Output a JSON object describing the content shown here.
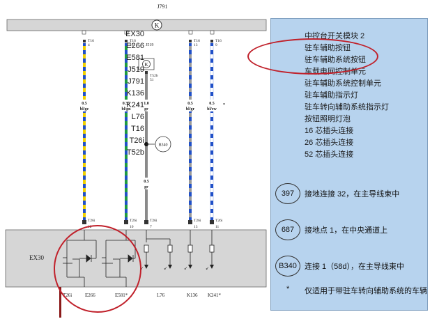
{
  "diagram": {
    "top_label": "J791",
    "relay_symbol": "K",
    "connectors": [
      {
        "pin": "T16",
        "num": "4",
        "gauge": "0.5",
        "color_code": "bl/ge"
      },
      {
        "pin": "T16",
        "num": "16",
        "gauge": "0.35",
        "color_code": "bl/gn",
        "star": "*"
      },
      {
        "pin": "T52b",
        "num": "51",
        "gauge": "1.0",
        "color_code": "gr"
      },
      {
        "pin": "T16",
        "num": "13",
        "gauge": "0.5",
        "color_code": "bl/gr"
      },
      {
        "pin": "T16",
        "num": "9",
        "gauge": "0.5",
        "color_code": "bl/ew",
        "star": "*"
      }
    ],
    "j519_label": "J519",
    "b340_label": "B340",
    "mid_gauge": "0.5",
    "mid_color": "gr",
    "bottom_pins": [
      {
        "pin": "T26i",
        "num": "12"
      },
      {
        "pin": "T26i",
        "num": "10"
      },
      {
        "pin": "T26i",
        "num": "7"
      },
      {
        "pin": "T26i",
        "num": "13"
      },
      {
        "pin": "T26i",
        "num": "11"
      }
    ],
    "module_label": "EX30",
    "bottom_labels": [
      "T26i",
      "E266",
      "E581*",
      "L76",
      "K136",
      "K241*"
    ]
  },
  "legend": {
    "items": [
      {
        "code": "EX30",
        "desc": "中控台开关模块 2"
      },
      {
        "code": "E266",
        "desc": "驻车辅助按钮"
      },
      {
        "code": "E581",
        "desc": "驻车辅助系统按钮"
      },
      {
        "code": "J519",
        "desc": "车载电网控制单元"
      },
      {
        "code": "J791",
        "desc": "驻车辅助系统控制单元"
      },
      {
        "code": "K136",
        "desc": "驻车辅助指示灯"
      },
      {
        "code": "K241",
        "desc": "驻车转向辅助系统指示灯"
      },
      {
        "code": "L76",
        "desc": "按钮照明灯泡"
      },
      {
        "code": "T16",
        "desc": "16 芯插头连接"
      },
      {
        "code": "T26i",
        "desc": "26 芯插头连接"
      },
      {
        "code": "T52b",
        "desc": "52 芯插头连接"
      }
    ],
    "grounds": [
      {
        "id": "397",
        "desc": "接地连接 32，在主导线束中"
      },
      {
        "id": "687",
        "desc": "接地点 1，在中央通道上"
      },
      {
        "id": "B340",
        "desc": "连接 1（58d），在主导线束中"
      }
    ],
    "footnote_star": "*",
    "footnote_text": "仅适用于带驻车转向辅助系统的车辆"
  },
  "colors": {
    "highlight": "#c0202a",
    "panel": "#b7d3ee",
    "wire_blue": "#2050c8",
    "wire_yellow": "#f0d000",
    "wire_green": "#1e9a40",
    "wire_gray": "#8a8a8a",
    "wire_white": "#ffffff",
    "module_fill": "#d6d6d6"
  }
}
